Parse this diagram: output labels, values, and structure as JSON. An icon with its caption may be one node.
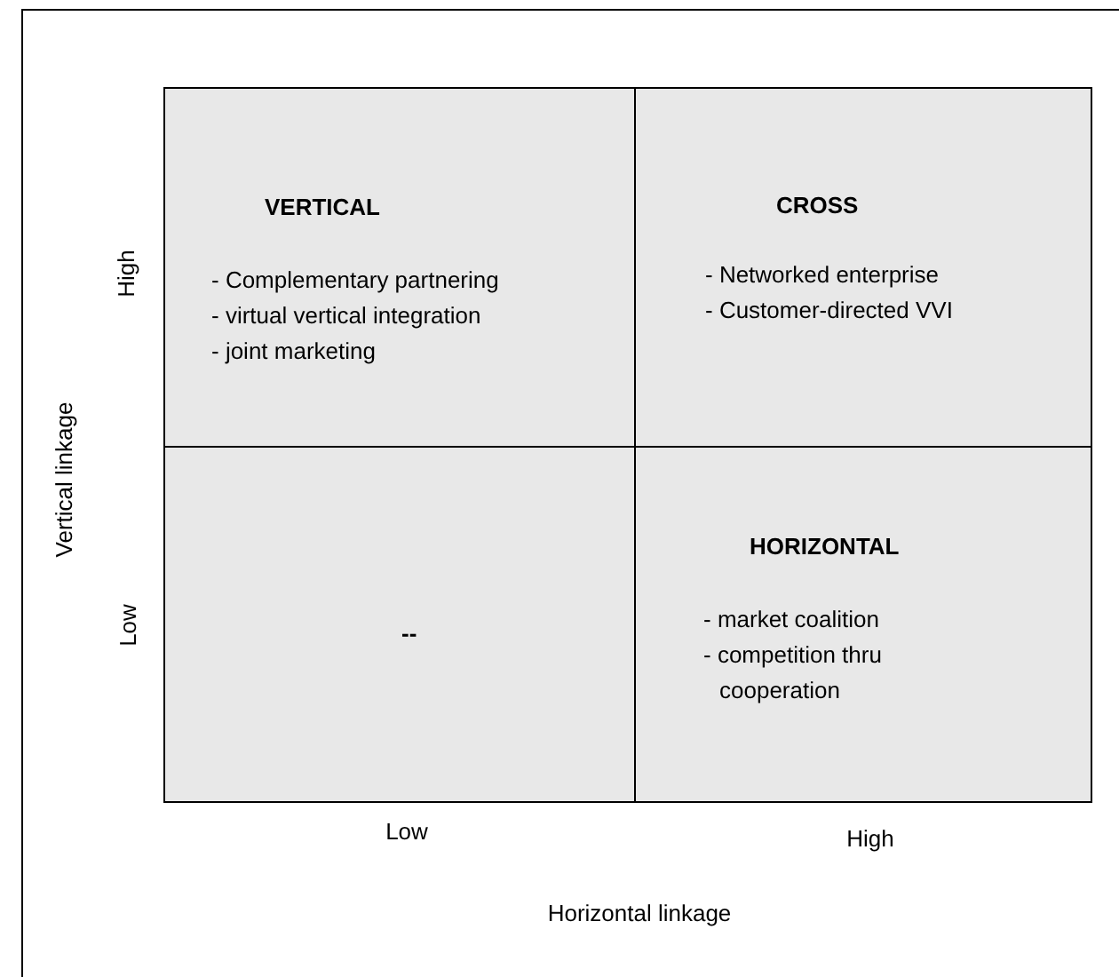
{
  "diagram": {
    "nodes": [
      {
        "text": [
          "VERTICAL",
          "- Complementary partnering",
          "- virtual vertical integration",
          "- joint marketing"
        ]
      },
      {
        "text": [
          "CROSS",
          "- Networked enterprise",
          "- Customer-directed VVI"
        ]
      },
      {
        "text": [
          "--"
        ]
      },
      {
        "text": [
          "HORIZONTAL",
          "- market coalition",
          "- competition thru cooperation"
        ]
      }
    ],
    "labels": [
      "High",
      "Vertical linkage",
      "Low",
      "Low",
      "High",
      "Horizontal linkage"
    ]
  }
}
